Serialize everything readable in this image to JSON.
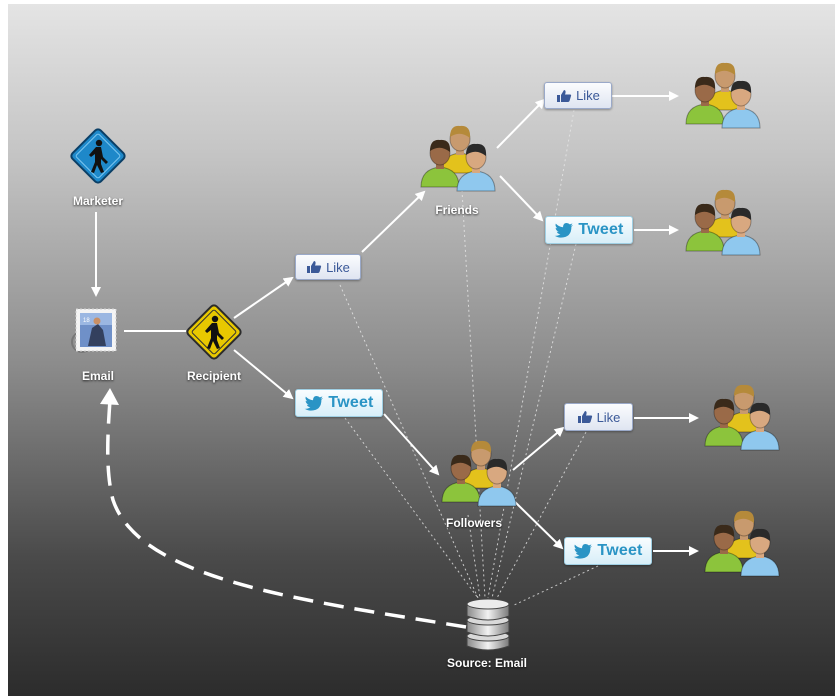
{
  "labels": {
    "marketer": "Marketer",
    "email": "Email",
    "recipient": "Recipient",
    "friends": "Friends",
    "followers": "Followers",
    "source": "Source: Email"
  },
  "buttons": {
    "like": "Like",
    "tweet": "Tweet"
  },
  "colors": {
    "facebook": "#3b5998",
    "twitter": "#2a94c5",
    "arrow": "#ffffff",
    "marketer_sign": "#1e88c9",
    "recipient_sign": "#e8c800"
  }
}
